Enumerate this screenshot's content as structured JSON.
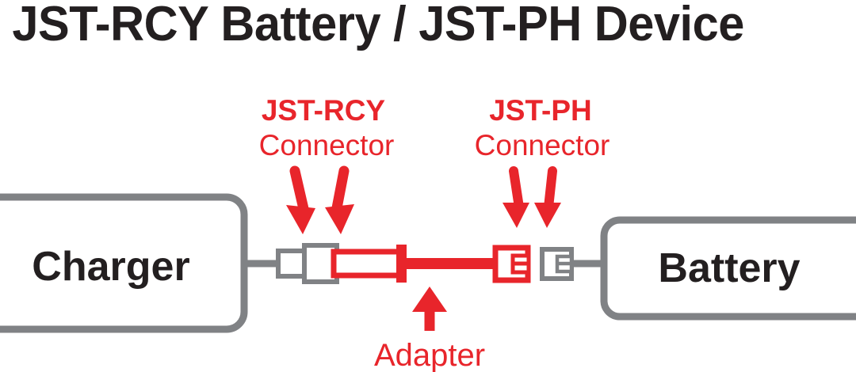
{
  "page": {
    "title": "JST-RCY Battery / JST-PH Device",
    "background_color": "#ffffff"
  },
  "colors": {
    "red": "#e8252b",
    "gray": "#808285",
    "text_dark": "#231f20",
    "white": "#ffffff"
  },
  "diagram": {
    "type": "connection-diagram",
    "nodes": [
      {
        "id": "charger",
        "label": "Charger",
        "side": "left",
        "border_color": "#808285"
      },
      {
        "id": "battery",
        "label": "Battery",
        "side": "right",
        "border_color": "#808285"
      }
    ],
    "callouts": [
      {
        "id": "jst-rcy",
        "line1": "JST-RCY",
        "line2": "Connector",
        "color": "#e8252b",
        "arrows": 2,
        "arrow_direction": "down",
        "points_to": "jst-rcy-connector-pair"
      },
      {
        "id": "jst-ph",
        "line1": "JST-PH",
        "line2": "Connector",
        "color": "#e8252b",
        "arrows": 2,
        "arrow_direction": "down",
        "points_to": "jst-ph-connector-pair"
      },
      {
        "id": "adapter",
        "line1": "Adapter",
        "color": "#e8252b",
        "arrows": 1,
        "arrow_direction": "up",
        "points_to": "adapter-cable"
      }
    ],
    "parts": [
      {
        "id": "charger-cable",
        "kind": "cable",
        "color": "#808285"
      },
      {
        "id": "charger-rcy-plug",
        "kind": "jst-rcy-connector",
        "color": "#808285"
      },
      {
        "id": "adapter-rcy-plug",
        "kind": "jst-rcy-connector",
        "color": "#e8252b"
      },
      {
        "id": "adapter-cable",
        "kind": "cable",
        "color": "#e8252b"
      },
      {
        "id": "adapter-ph-plug",
        "kind": "jst-ph-connector",
        "color": "#e8252b"
      },
      {
        "id": "battery-ph-plug",
        "kind": "jst-ph-connector",
        "color": "#808285"
      },
      {
        "id": "battery-cable",
        "kind": "cable",
        "color": "#808285"
      }
    ]
  }
}
